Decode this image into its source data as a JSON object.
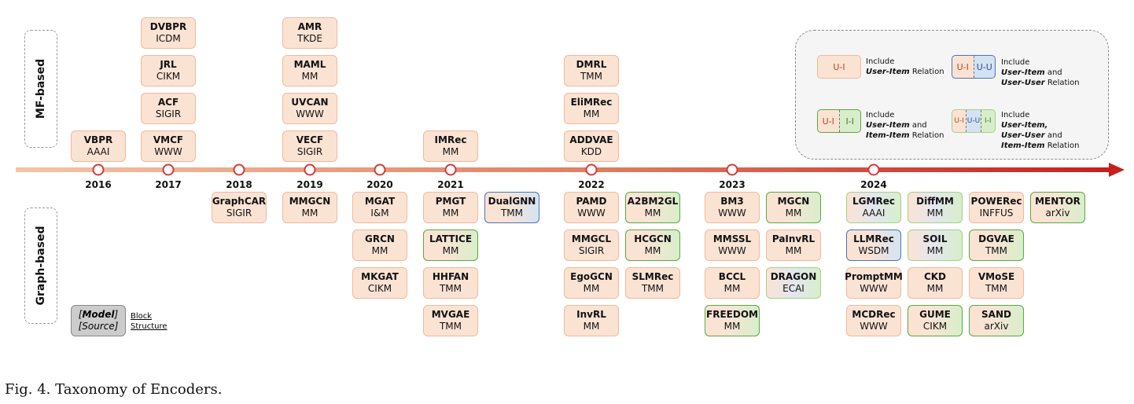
{
  "side_labels": {
    "mf": "MF-based",
    "graph": "Graph-based"
  },
  "years": [
    "2016",
    "2017",
    "2018",
    "2019",
    "2020",
    "2021",
    "2022",
    "2023",
    "2024"
  ],
  "mf_groups": [
    {
      "year": "2016",
      "models": [
        {
          "model": "VBPR",
          "source": "AAAI"
        }
      ]
    },
    {
      "year": "2017",
      "models": [
        {
          "model": "VMCF",
          "source": "WWW"
        },
        {
          "model": "ACF",
          "source": "SIGIR"
        },
        {
          "model": "JRL",
          "source": "CIKM"
        },
        {
          "model": "DVBPR",
          "source": "ICDM"
        }
      ]
    },
    {
      "year": "2019",
      "models": [
        {
          "model": "VECF",
          "source": "SIGIR"
        },
        {
          "model": "UVCAN",
          "source": "WWW"
        },
        {
          "model": "MAML",
          "source": "MM"
        },
        {
          "model": "AMR",
          "source": "TKDE"
        }
      ]
    },
    {
      "year": "2021",
      "models": [
        {
          "model": "IMRec",
          "source": "MM"
        }
      ]
    },
    {
      "year": "2022",
      "models": [
        {
          "model": "ADDVAE",
          "source": "KDD"
        },
        {
          "model": "EliMRec",
          "source": "MM"
        },
        {
          "model": "DMRL",
          "source": "TMM"
        }
      ]
    }
  ],
  "graph_columns": [
    {
      "year": "2018",
      "models": [
        {
          "model": "GraphCAR",
          "source": "SIGIR",
          "rel": "ui"
        }
      ]
    },
    {
      "year": "2019",
      "models": [
        {
          "model": "MMGCN",
          "source": "MM",
          "rel": "ui"
        }
      ]
    },
    {
      "year": "2020",
      "models": [
        {
          "model": "MGAT",
          "source": "I&M",
          "rel": "ui"
        },
        {
          "model": "GRCN",
          "source": "MM",
          "rel": "ui"
        },
        {
          "model": "MKGAT",
          "source": "CIKM",
          "rel": "ui"
        }
      ]
    },
    {
      "year": "2021",
      "models": [
        {
          "model": "PMGT",
          "source": "MM",
          "rel": "ui"
        },
        {
          "model": "LATTICE",
          "source": "MM",
          "rel": "ii"
        },
        {
          "model": "HHFAN",
          "source": "TMM",
          "rel": "ui"
        },
        {
          "model": "MVGAE",
          "source": "TMM",
          "rel": "ui"
        }
      ]
    },
    {
      "year": "2021",
      "models": [
        {
          "model": "DualGNN",
          "source": "TMM",
          "rel": "uu"
        }
      ]
    },
    {
      "year": "2022",
      "models": [
        {
          "model": "PAMD",
          "source": "WWW",
          "rel": "ui"
        },
        {
          "model": "MMGCL",
          "source": "SIGIR",
          "rel": "ui"
        },
        {
          "model": "EgoGCN",
          "source": "MM",
          "rel": "ui"
        },
        {
          "model": "InvRL",
          "source": "MM",
          "rel": "ui"
        }
      ]
    },
    {
      "year": "2022",
      "models": [
        {
          "model": "A2BM2GL",
          "source": "MM",
          "rel": "ii"
        },
        {
          "model": "HCGCN",
          "source": "MM",
          "rel": "ii"
        },
        {
          "model": "SLMRec",
          "source": "TMM",
          "rel": "ui"
        }
      ]
    },
    {
      "year": "2023",
      "models": [
        {
          "model": "BM3",
          "source": "WWW",
          "rel": "ui"
        },
        {
          "model": "MMSSL",
          "source": "WWW",
          "rel": "ui"
        },
        {
          "model": "BCCL",
          "source": "MM",
          "rel": "ui"
        },
        {
          "model": "FREEDOM",
          "source": "MM",
          "rel": "ii"
        }
      ]
    },
    {
      "year": "2023",
      "models": [
        {
          "model": "MGCN",
          "source": "MM",
          "rel": "ii"
        },
        {
          "model": "PaInvRL",
          "source": "MM",
          "rel": "ui"
        },
        {
          "model": "DRAGON",
          "source": "ECAI",
          "rel": "all"
        }
      ]
    },
    {
      "year": "2024",
      "models": [
        {
          "model": "LGMRec",
          "source": "AAAI",
          "rel": "all"
        },
        {
          "model": "LLMRec",
          "source": "WSDM",
          "rel": "uu"
        },
        {
          "model": "PromptMM",
          "source": "WWW",
          "rel": "ui"
        },
        {
          "model": "MCDRec",
          "source": "WWW",
          "rel": "ui"
        }
      ]
    },
    {
      "year": "2024",
      "models": [
        {
          "model": "DiffMM",
          "source": "MM",
          "rel": "all"
        },
        {
          "model": "SOIL",
          "source": "MM",
          "rel": "all"
        },
        {
          "model": "CKD",
          "source": "MM",
          "rel": "ui"
        },
        {
          "model": "GUME",
          "source": "CIKM",
          "rel": "ii"
        }
      ]
    },
    {
      "year": "2024",
      "models": [
        {
          "model": "POWERec",
          "source": "INFFUS",
          "rel": "ui"
        },
        {
          "model": "DGVAE",
          "source": "TMM",
          "rel": "ii"
        },
        {
          "model": "VMoSE",
          "source": "TMM",
          "rel": "ui"
        },
        {
          "model": "SAND",
          "source": "arXiv",
          "rel": "ii"
        }
      ]
    },
    {
      "year": "2024",
      "models": [
        {
          "model": "MENTOR",
          "source": "arXiv",
          "rel": "ii"
        }
      ]
    }
  ],
  "legend": {
    "ui": {
      "tag": "U-I",
      "line1": "Include",
      "bold1": "User-Item",
      "rest1": " Relation"
    },
    "uu": {
      "tags": [
        "U-I",
        "U-U"
      ],
      "line1": "Include",
      "bold1": "User-Item",
      "rest1": " and",
      "bold2": "User-User",
      "rest2": " Relation"
    },
    "ii": {
      "tags": [
        "U-I",
        "I-I"
      ],
      "line1": "Include",
      "bold1": "User-Item",
      "rest1": " and",
      "bold2": "Item-Item",
      "rest2": " Relation"
    },
    "all": {
      "tags": [
        "U-I",
        "U-U",
        "I-I"
      ],
      "line1": "Include",
      "bold1": "User-Item,",
      "bold2": "User-User",
      "rest2": " and",
      "bold3": "Item-Item",
      "rest3": " Relation"
    }
  },
  "model_source": {
    "model": "Model",
    "source": "Source",
    "label1": "Block",
    "label2": "Structure"
  },
  "caption": "Fig. 4.  Taxonomy of Encoders."
}
